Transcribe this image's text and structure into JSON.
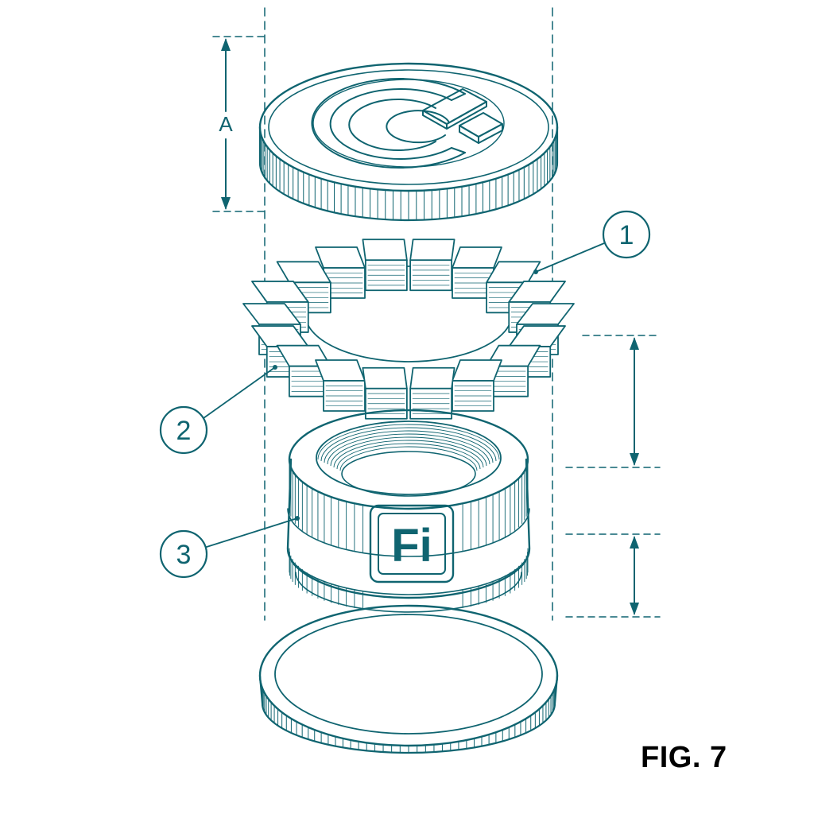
{
  "figure": {
    "label": "FIG. 7"
  },
  "dimension": {
    "label": "A"
  },
  "callouts": [
    {
      "id": "1",
      "label": "1"
    },
    {
      "id": "2",
      "label": "2"
    },
    {
      "id": "3",
      "label": "3"
    }
  ],
  "badge": {
    "text": "Fi"
  },
  "logo": {
    "icon": "c-logo-icon"
  },
  "colors": {
    "ink": "#0f6470",
    "background": "#ffffff"
  }
}
